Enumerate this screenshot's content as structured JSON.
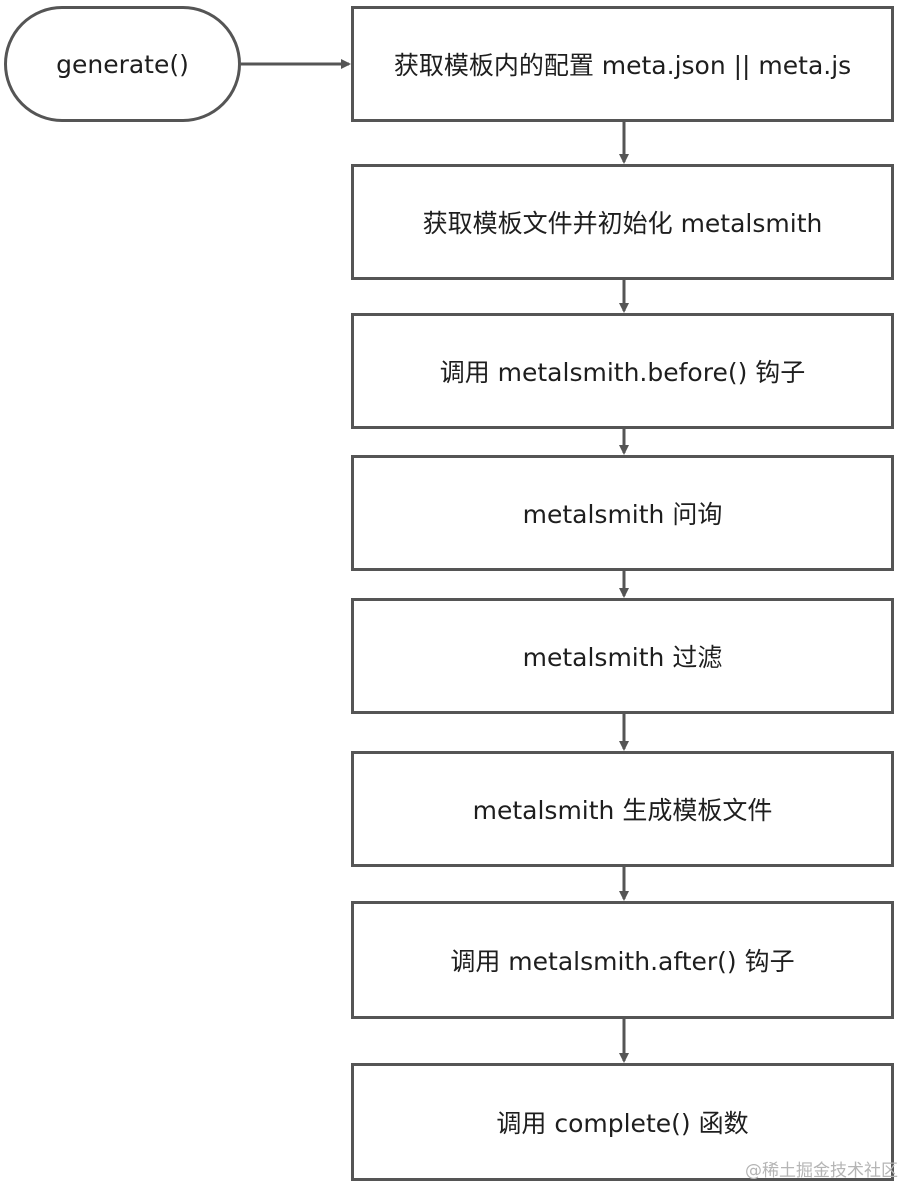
{
  "start_node": {
    "label": "generate()"
  },
  "steps": [
    {
      "label": "获取模板内的配置 meta.json || meta.js"
    },
    {
      "label": "获取模板文件并初始化 metalsmith"
    },
    {
      "label": "调用 metalsmith.before() 钩子"
    },
    {
      "label": "metalsmith 问询"
    },
    {
      "label": "metalsmith 过滤"
    },
    {
      "label": "metalsmith 生成模板文件"
    },
    {
      "label": "调用 metalsmith.after() 钩子"
    },
    {
      "label": "调用 complete() 函数"
    }
  ],
  "watermark": "@稀土掘金技术社区",
  "colors": {
    "stroke": "#555555",
    "text": "#1e1e1e",
    "watermark": "#b5b5b5"
  }
}
